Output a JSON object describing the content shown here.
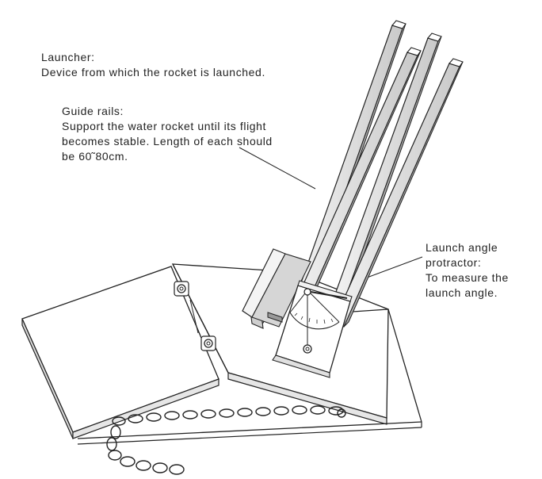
{
  "labels": {
    "launcher": {
      "title": "Launcher:",
      "description": "Device from which the rocket is launched."
    },
    "guide_rails": {
      "title": "Guide rails:",
      "line1": "Support the water rocket until its flight",
      "line2": "becomes stable. Length of each should",
      "line3": "be 60̃ 80cm."
    },
    "protractor": {
      "line1": "Launch angle",
      "line2": "protractor:",
      "line3": "To measure the",
      "line4": "launch angle."
    }
  },
  "colors": {
    "stroke": "#222222",
    "board_top": "#ffffff",
    "rail_face": "#e8e8e8",
    "rail_shadow": "#bdbdbd",
    "rail_dark": "#9a9a9a"
  }
}
